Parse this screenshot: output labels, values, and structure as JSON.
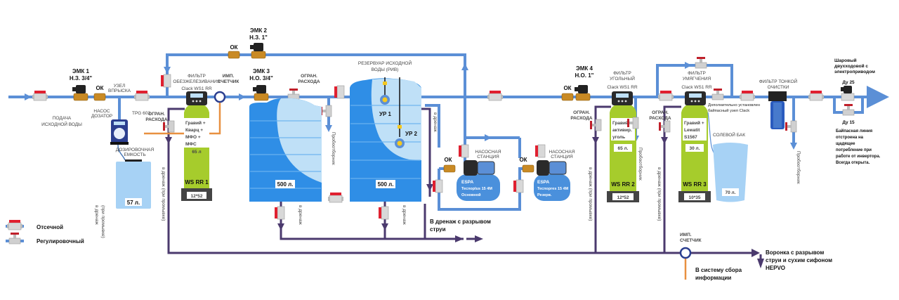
{
  "legend": {
    "shutoff_label": "Отсечной",
    "regulating_label": "Регулировочный"
  },
  "inlet": {
    "label_line1": "ПОДАЧА",
    "label_line2": "ИСХОДНОЙ ВОДЫ"
  },
  "valves": {
    "emk1": {
      "name": "ЭМК 1",
      "spec": "Н.З. 3/4\""
    },
    "emk2": {
      "name": "ЭМК 2",
      "spec": "Н.З. 1\""
    },
    "emk3": {
      "name": "ЭМК 3",
      "spec": "Н.О. 3/4\""
    },
    "emk4": {
      "name": "ЭМК 4",
      "spec": "Н.О. 1\""
    },
    "check_label": "ОК",
    "flow_limit_line1": "ОГРАН.",
    "flow_limit_line2": "РАСХОДА"
  },
  "dosing": {
    "injection_line1": "УЗЕЛ",
    "injection_line2": "ВПРЫСКА",
    "pump_line1": "НАСОС",
    "pump_line2": "ДОЗАТОР",
    "pump_model": "TPG 603",
    "tank_line1": "ДОЗИРОВОЧНАЯ",
    "tank_line2": "ЕМКОСТЬ",
    "tank_volume": "57 л."
  },
  "filter1": {
    "title_line1": "ФИЛЬТР",
    "title_line2": "ОБЕЗЖЕЛЕЗИВАНИЯ",
    "valve": "Clack WS1 RR",
    "media": [
      "Гравий +",
      "Кварц  +",
      "МФО    +",
      "МФС"
    ],
    "volume": "65 л",
    "model": "WS RR 1",
    "size": "12*52"
  },
  "meter": {
    "line1": "ИМП.",
    "line2": "СЧЕТЧИК"
  },
  "tank1": {
    "volume": "500 л."
  },
  "tank2": {
    "title_line1": "РЕЗЕРВУАР ИСХОДНОЙ",
    "title_line2": "ВОДЫ (РИВ)",
    "level1": "УР 1",
    "level2": "УР 2",
    "volume": "500 л."
  },
  "pumps": {
    "station_line1": "НАСОСНАЯ",
    "station_line2": "СТАНЦИЯ",
    "brand": "ESPA",
    "main_model": "Tecnoplus 15 4M",
    "main_role": "Основной",
    "reserve_model": "Tecnopres 15 4M",
    "reserve_role": "Резерв."
  },
  "filter2": {
    "title_line1": "ФИЛЬТР",
    "title_line2": "УГОЛЬНЫЙ",
    "valve": "Clack WS1 RR",
    "media": [
      "Гравий +",
      "активир.",
      "уголь"
    ],
    "volume": "65 л.",
    "model": "WS RR 2",
    "size": "12*52"
  },
  "filter3": {
    "title_line1": "ФИЛЬТР",
    "title_line2": "УМЯГЧЕНИЯ",
    "valve": "Clack WS1 RR",
    "media": [
      "Гравий +",
      "Lewatit",
      "S1567"
    ],
    "volume": "30 л.",
    "model": "WS RR 3",
    "size": "10*35",
    "bypass_note_line1": "Дополнительно установлен",
    "bypass_note_line2": "байпасный узел Clack"
  },
  "brine_tank": {
    "label": "СОЛЕВОЙ БАК",
    "volume": "70 л."
  },
  "fine_filter": {
    "line1": "ФИЛЬТР ТОНКОЙ",
    "line2": "ОЧИСТКИ"
  },
  "ball_valve": {
    "title_line1": "Шаровый",
    "title_line2": "двухходовой с",
    "title_line3": "электроприводом",
    "du_main": "Ду 25",
    "du_bypass": "Ду 15",
    "note": [
      "Байпасная линия",
      "отстроена на",
      "щадящее",
      "потребление при",
      "работе от инвертора.",
      "Всегда открыта."
    ]
  },
  "sampler": "Пробоотборник",
  "drain": {
    "to_drain": "в дренаж",
    "to_drain_flush": "в дренаж (при промывке)",
    "flush_paren": "(при промывке)",
    "air_gap_line1": "В дренаж с разрывом",
    "air_gap_line2": "струи",
    "meter_line1": "ИМП.",
    "meter_line2": "СЧЕТЧИК",
    "info_line1": "В систему сбора",
    "info_line2": "информации",
    "funnel_line1": "Воронка с разрывом",
    "funnel_line2": "струи и сухим сифоном",
    "funnel_line3": "HEPVO"
  },
  "colors": {
    "pipe": "#5b8fd6",
    "drain": "#4b3a6e",
    "signal": "#e89040",
    "filter_body": "#a6cc2c",
    "tank": "#2f8ee6",
    "tank_light": "#bfe0f7",
    "valve_red": "#e02030",
    "brass": "#c98a24"
  }
}
